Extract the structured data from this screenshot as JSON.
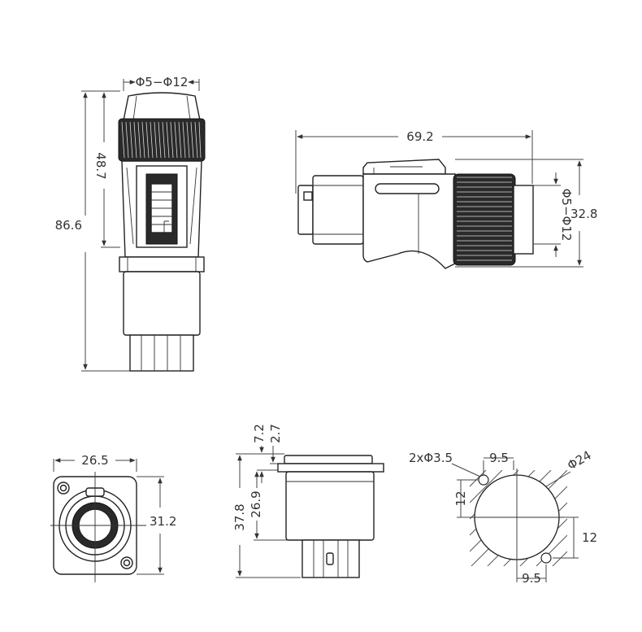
{
  "drawing": {
    "colors": {
      "line": "#333333",
      "background": "#ffffff"
    },
    "top_side_view": {
      "cable_diameter": "Φ5−Φ12",
      "overall_length": "86.6",
      "nut_height": "48.7"
    },
    "top_front_view": {
      "length": "69.2",
      "cable_diameter": "Φ5−Φ12",
      "height": "32.8"
    },
    "panel_front_view": {
      "width": "26.5",
      "height": "31.2"
    },
    "panel_side_view": {
      "dim_a": "7.2",
      "dim_b": "2.7",
      "dim_c": "37.8",
      "dim_d": "26.9"
    },
    "panel_cutout": {
      "holes": "2xΦ3.5",
      "hole_spacing_top": "9.5",
      "diameter": "Φ24",
      "offset_left": "12",
      "offset_right": "12",
      "hole_spacing_bottom": "9.5"
    }
  }
}
